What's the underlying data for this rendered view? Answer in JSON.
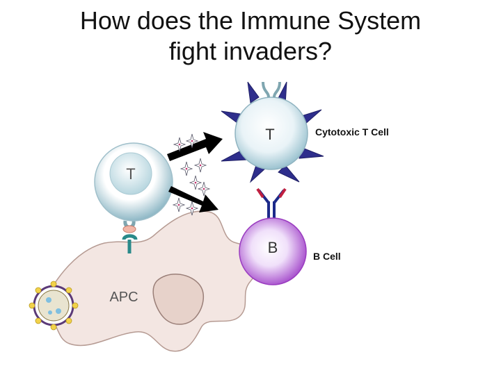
{
  "title": {
    "line1": "How does the Immune System",
    "line2": "fight invaders?"
  },
  "cells": {
    "helper_t": {
      "letter": "T"
    },
    "cytotoxic_t": {
      "letter": "T",
      "label": "Cytotoxic T Cell"
    },
    "b_cell": {
      "letter": "B",
      "label": "B Cell"
    },
    "apc": {
      "label": "APC"
    }
  },
  "colors": {
    "spike_blue": "#2e2e8c",
    "t_cell_fill": "#cfe6ef",
    "b_cell_fill": "#b45ad6",
    "apc_fill": "#f3e6e2",
    "apc_nucleus": "#e8d0c8",
    "virus_purple": "#5b3a78",
    "virus_yellow": "#f2d24a",
    "arrow": "#000000"
  },
  "icons": [
    "cytokine-star-icon",
    "arrow-icon",
    "antibody-icon",
    "receptor-icon",
    "virus-icon"
  ]
}
